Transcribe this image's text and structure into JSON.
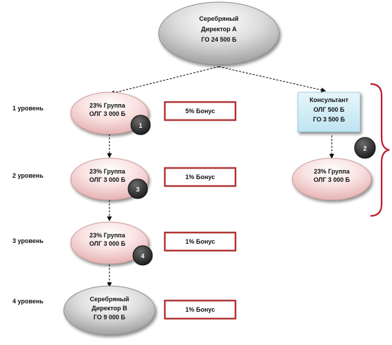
{
  "top_node": {
    "lines": [
      "Серебряный",
      "Директор А",
      "ГО 24 500 Б"
    ]
  },
  "levels": [
    {
      "label": "1 уровень"
    },
    {
      "label": "2 уровень"
    },
    {
      "label": "3 уровень"
    },
    {
      "label": "4 уровень"
    }
  ],
  "left_chain": [
    {
      "lines": [
        "23% Группа",
        "ОЛГ 3 000 Б"
      ],
      "badge": "1",
      "bonus": "5% Бонус"
    },
    {
      "lines": [
        "23% Группа",
        "ОЛГ 3 000 Б"
      ],
      "badge": "3",
      "bonus": "1% Бонус"
    },
    {
      "lines": [
        "23% Группа",
        "ОЛГ 3 000 Б"
      ],
      "badge": "4",
      "bonus": "1% Бонус"
    },
    {
      "lines": [
        "Серебряный",
        "Директор В",
        "ГО 9 000 Б"
      ],
      "bonus": "1% Бонус"
    }
  ],
  "consultant": {
    "lines": [
      "Консультант",
      "ОЛГ 500 Б",
      "ГО 3 500 Б"
    ]
  },
  "right_group": {
    "lines": [
      "23% Группа",
      "ОЛГ 3 000 Б"
    ],
    "badge": "2"
  },
  "colors": {
    "pink_fill": "#f6d6d6",
    "gray_fill": "#d4d4d4",
    "consultant_fill": "#d3eef7",
    "bonus_border": "#b03434",
    "brace": "#c0182c",
    "badge": "#333333"
  }
}
